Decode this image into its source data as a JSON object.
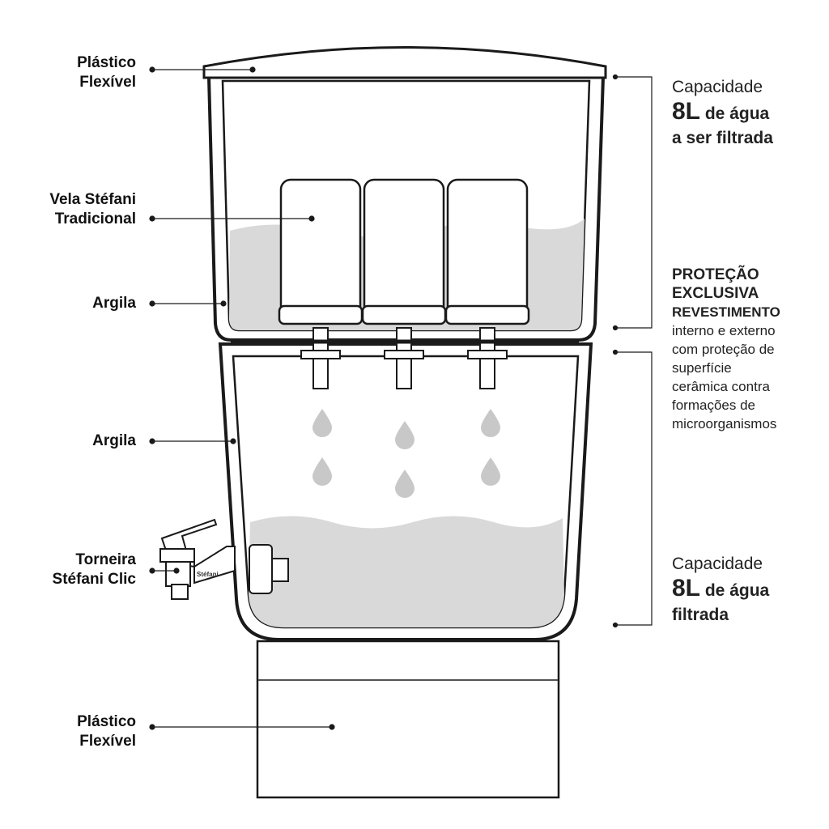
{
  "labels_left": [
    {
      "line1": "Plástico",
      "line2": "Flexível"
    },
    {
      "line1": "Vela Stéfani",
      "line2": "Tradicional"
    },
    {
      "line1": "Argila"
    },
    {
      "line1": "Argila"
    },
    {
      "line1": "Torneira",
      "line2": "Stéfani Clic"
    },
    {
      "line1": "Plástico",
      "line2": "Flexível"
    }
  ],
  "right_top": {
    "label": "Capacidade",
    "amount": "8L",
    "line1": "de água",
    "line2": "a ser filtrada"
  },
  "right_mid": {
    "title1": "PROTEÇÃO",
    "title2": "EXCLUSIVA",
    "subtitle": "REVESTIMENTO",
    "lines": [
      "interno e externo",
      "com proteção de",
      "superfície",
      "cerâmica contra",
      "formações de",
      "microorganismos"
    ]
  },
  "right_bottom": {
    "label": "Capacidade",
    "amount": "8L",
    "line1": "de água",
    "line2": "filtrada"
  },
  "faucet_logo": "Stéfani",
  "colors": {
    "water": "#d9d9d9",
    "outline": "#1a1a1a"
  }
}
